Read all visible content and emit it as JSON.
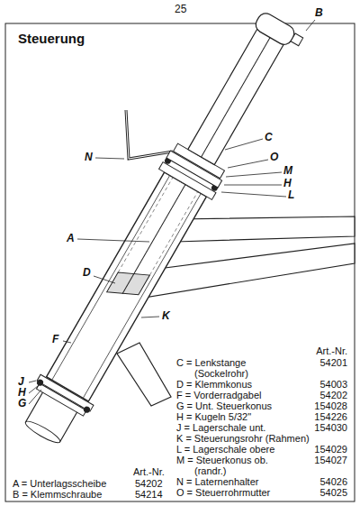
{
  "diagram": {
    "title": "Steuerung",
    "labels": [
      "25",
      "B",
      "N",
      "C",
      "O",
      "M",
      "H",
      "L",
      "A",
      "D",
      "K",
      "F",
      "J",
      "H",
      "G",
      "Art.-Nr.",
      "C = Lenkstange (Sockelrohr)",
      "54201",
      "D = Klemmkonus",
      "54003",
      "F = Vorderradgabel",
      "54202",
      "G = Unt. Steuerkonus",
      "154028",
      "H = Kugeln 5/32\"",
      "154226",
      "J = Lagerschale unt.",
      "154030",
      "K = Steuerungsrohr (Rahmen)",
      "L = Lagerschale obere",
      "154029",
      "M = Steuerkonus ob. (randr.)",
      "154027",
      "N = Laternenhalter",
      "54026",
      "O = Steuerrohrmutter",
      "54025",
      "Art.-Nr.",
      "A = Unterlagsscheibe",
      "54202",
      "B = Klemmschraube",
      "54214"
    ]
  }
}
